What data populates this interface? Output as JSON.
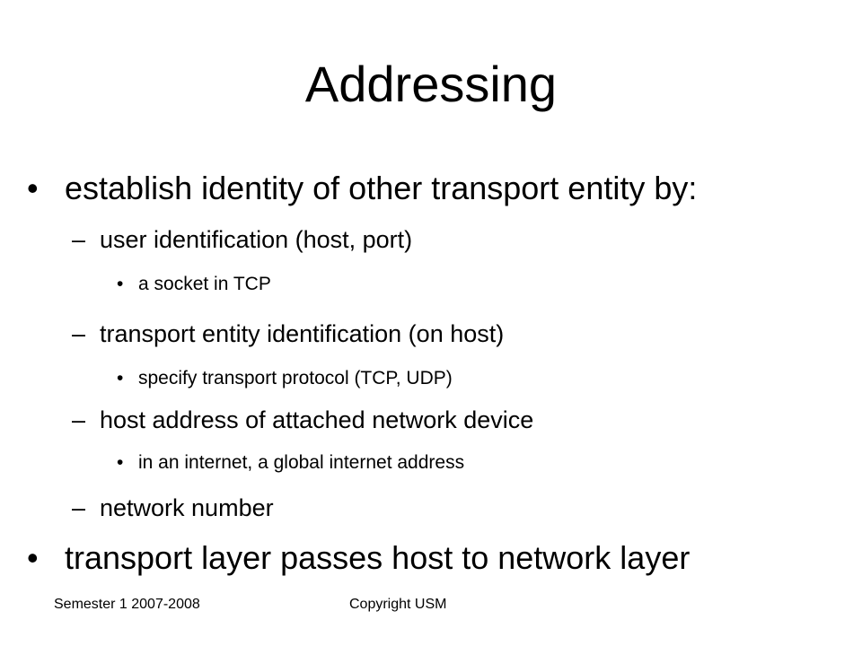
{
  "slide": {
    "title": "Addressing",
    "markers": {
      "bullet": "•",
      "dash": "–"
    },
    "items": [
      {
        "level": 1,
        "text": "establish identity of other transport entity by:"
      },
      {
        "level": 2,
        "text": "user identification (host, port)"
      },
      {
        "level": 3,
        "text": "a socket in TCP"
      },
      {
        "level": 2,
        "text": "transport entity identification (on host)"
      },
      {
        "level": 3,
        "text": "specify transport protocol (TCP, UDP)"
      },
      {
        "level": 2,
        "text": "host address of attached network device"
      },
      {
        "level": 3,
        "text": "in an internet, a global internet address"
      },
      {
        "level": 2,
        "text": "network number"
      },
      {
        "level": 1,
        "text": "transport layer passes host to network layer"
      }
    ]
  },
  "footer": {
    "left": "Semester 1 2007-2008",
    "center": "Copyright USM"
  }
}
